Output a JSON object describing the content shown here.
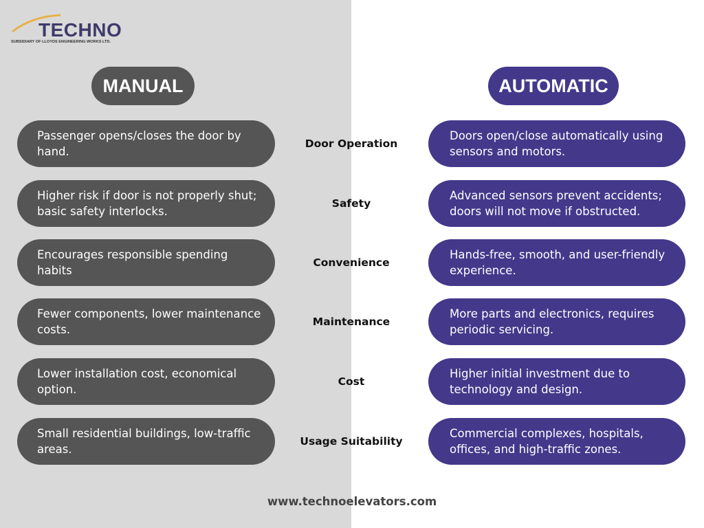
{
  "brand": {
    "name": "TECHNO",
    "tagline": "SUBSIDIARY OF LLOYDS ENGINEERING WORKS LTD."
  },
  "headers": {
    "manual": "MANUAL",
    "automatic": "AUTOMATIC"
  },
  "rows": [
    {
      "label": "Door Operation",
      "manual": "Passenger opens/closes the door by hand.",
      "automatic": "Doors open/close automatically using sensors and motors."
    },
    {
      "label": "Safety",
      "manual": "Higher risk if door is not properly shut; basic safety interlocks.",
      "automatic": "Advanced sensors prevent accidents; doors will not move if obstructed."
    },
    {
      "label": "Convenience",
      "manual": "Encourages responsible spending habits",
      "automatic": "Hands-free, smooth, and user-friendly experience."
    },
    {
      "label": "Maintenance",
      "manual": " Fewer components, lower maintenance costs.",
      "automatic": "More parts and electronics, requires periodic servicing."
    },
    {
      "label": "Cost",
      "manual": "Lower installation cost, economical option.",
      "automatic": "Higher initial investment due to technology and design."
    },
    {
      "label": "Usage Suitability",
      "manual": "Small residential buildings, low-traffic areas.",
      "automatic": "Commercial complexes, hospitals, offices, and high-traffic zones."
    }
  ],
  "footer": {
    "website": "www.technoelevators.com"
  },
  "colors": {
    "manual": "#555555",
    "automatic": "#44388b",
    "left_bg": "#d9d9d9",
    "logo_swoosh": "#e8b04a"
  }
}
